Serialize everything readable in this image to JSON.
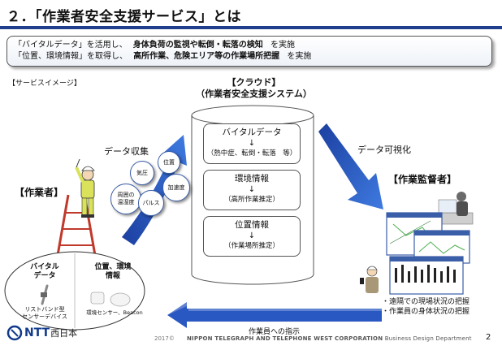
{
  "title": "２．「作業者安全支援サービス」とは",
  "summary": {
    "line1_a": "「バイタルデータ」を活用し、",
    "line1_b": "身体負荷の監視や転倒・転落の検知",
    "line1_c": "を実施",
    "line2_a": "「位置、環境情報」を取得し、",
    "line2_b": "高所作業、危険エリア等の作業場所把握",
    "line2_c": "を実施"
  },
  "section_label": "【サービスイメージ】",
  "cloud": {
    "title_line1": "【クラウド】",
    "title_line2": "（作業者安全支援システム）",
    "boxes": [
      {
        "title": "バイタルデータ",
        "arrow": "↓",
        "sub": "（熱中症、転倒・転落　等）"
      },
      {
        "title": "環境情報",
        "arrow": "↓",
        "sub": "（高所作業推定）"
      },
      {
        "title": "位置情報",
        "arrow": "↓",
        "sub": "（作業場所推定）"
      }
    ]
  },
  "data_collect": "データ収集",
  "data_visual": "データ可視化",
  "worker_label": "【作業者】",
  "supervisor_label": "【作業監督者】",
  "bubbles": {
    "surround_temp": "周囲の\n温湿度",
    "pressure": "気圧",
    "position": "位置",
    "pulse": "パルス",
    "acceleration": "加速度"
  },
  "devices": {
    "vital_title": "バイタル\nデータ",
    "vital_sub": "リストバンド型\nセンサーデバイス",
    "env_title": "位置、環境\n情報",
    "env_sub": "環境センサー、Beacon"
  },
  "supervisor_bullets": [
    "・遠隔での現場状況の把握",
    "・作業員の身体状況の把握"
  ],
  "instruction": "作業員への指示",
  "footer": {
    "year": "2017©",
    "corp": "NIPPON TELEGRAPH AND TELEPHONE WEST CORPORATION",
    "dept": "Business Design Department",
    "page": "2"
  },
  "logo": {
    "brand": "NTT",
    "kanji": "西日本"
  },
  "colors": {
    "accent": "#1f3f8c",
    "arrow_blue": "#1f4fbf"
  }
}
